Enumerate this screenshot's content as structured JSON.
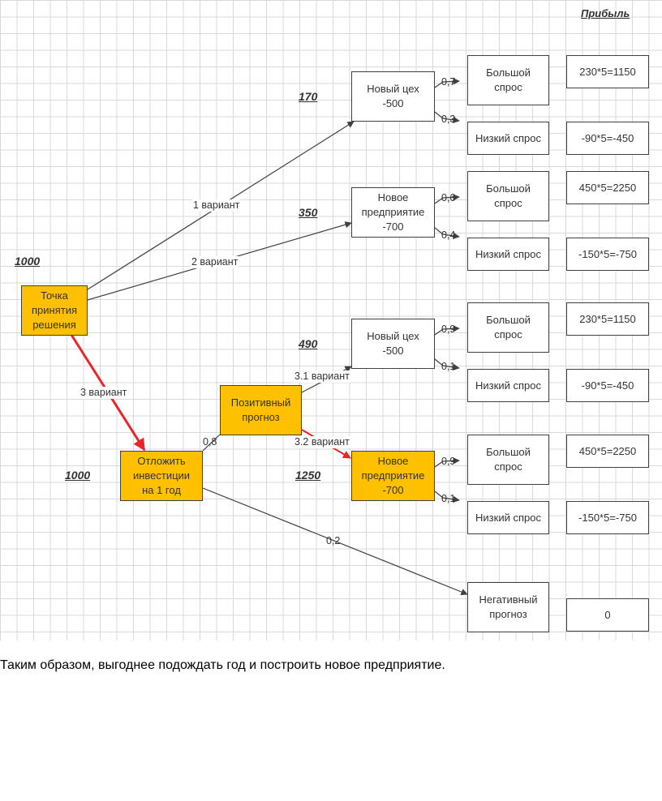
{
  "header": {
    "profit": "Прибыль"
  },
  "values": {
    "root": "1000",
    "new_shop_a": "170",
    "new_plant_a": "350",
    "postpone": "1000",
    "new_shop_b": "490",
    "new_plant_b": "1250"
  },
  "nodes": {
    "decision": "Точка\nпринятия\nрешения",
    "new_shop_a": "Новый цех\n-500",
    "new_plant_a": "Новое\nпредприятие\n-700",
    "postpone": "Отложить\nинвестиции\nна 1 год",
    "positive": "Позитивный\nпрогноз",
    "new_shop_b": "Новый цех\n-500",
    "new_plant_b": "Новое\nпредприятие\n-700",
    "negative": "Негативный\nпрогноз"
  },
  "outcomes": [
    {
      "demand": "Большой\nспрос",
      "profit": "230*5=1150"
    },
    {
      "demand": "Низкий спрос",
      "profit": "-90*5=-450"
    },
    {
      "demand": "Большой\nспрос",
      "profit": "450*5=2250"
    },
    {
      "demand": "Низкий спрос",
      "profit": "-150*5=-750"
    },
    {
      "demand": "Большой\nспрос",
      "profit": "230*5=1150"
    },
    {
      "demand": "Низкий спрос",
      "profit": "-90*5=-450"
    },
    {
      "demand": "Большой\nспрос",
      "profit": "450*5=2250"
    },
    {
      "demand": "Низкий спрос",
      "profit": "-150*5=-750"
    }
  ],
  "negative_profit": "0",
  "edge_labels": {
    "v1": "1 вариант",
    "v2": "2 вариант",
    "v3": "3 вариант",
    "v31": "3.1 вариант",
    "v32": "3.2 вариант"
  },
  "probabilities": {
    "p1": "0,7",
    "p2": "0,3",
    "p3": "0,6",
    "p4": "0,4",
    "p5": "0,9",
    "p6": "0,1",
    "p7": "0,9",
    "p8": "0,1",
    "positive": "0,8",
    "negative": "0,2"
  },
  "colors": {
    "decision_fill": "#ffc000",
    "highlight_arrow": "#e8262a",
    "line": "#404040"
  },
  "conclusion": "Таким образом, выгоднее подождать год и построить новое предприятие."
}
